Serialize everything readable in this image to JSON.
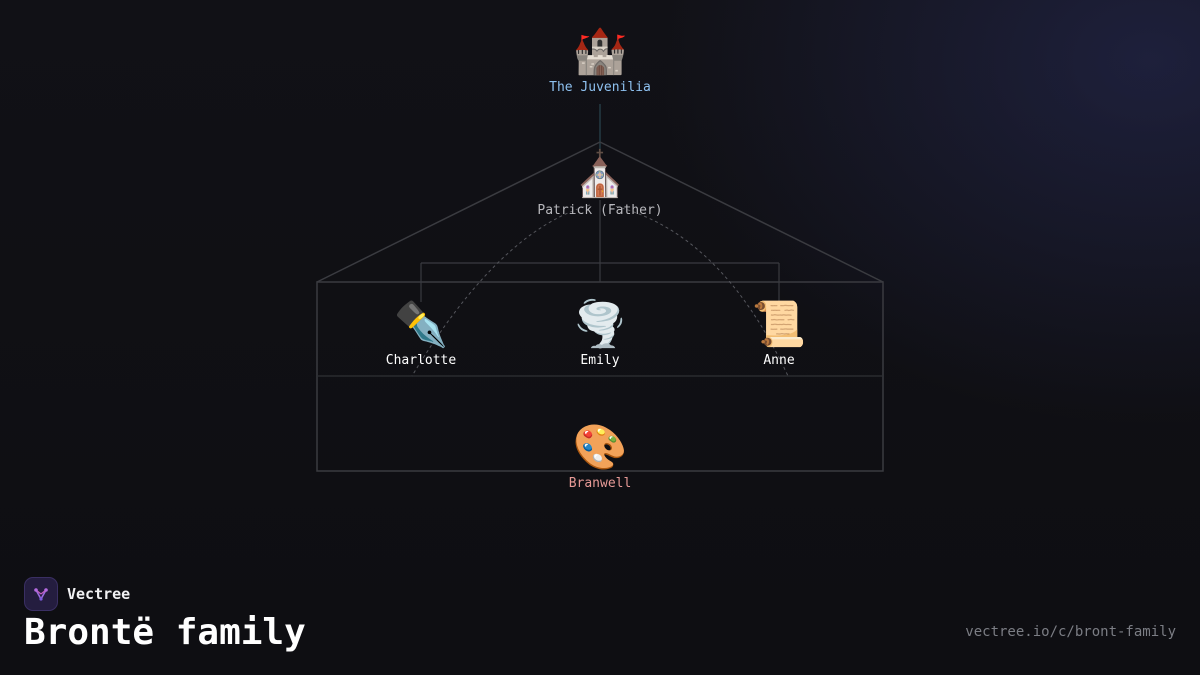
{
  "diagram": {
    "nodes": {
      "juvenilia": {
        "label": "The Juvenilia",
        "icon": "castle-icon",
        "glyph": "🏰",
        "color": "#8ec1f0"
      },
      "patrick": {
        "label": "Patrick (Father)",
        "icon": "church-icon",
        "glyph": "⛪",
        "color": "#b8b8bd"
      },
      "charlotte": {
        "label": "Charlotte",
        "icon": "fountain-pen-icon",
        "glyph": "✒️",
        "color": "#ffffff"
      },
      "emily": {
        "label": "Emily",
        "icon": "tornado-icon",
        "glyph": "🌪️",
        "color": "#ffffff"
      },
      "anne": {
        "label": "Anne",
        "icon": "scroll-icon",
        "glyph": "📜",
        "color": "#ffffff"
      },
      "branwell": {
        "label": "Branwell",
        "icon": "artist-palette-icon",
        "glyph": "🎨",
        "color": "#e79a96"
      }
    }
  },
  "brand": {
    "name": "Vectree",
    "logo_icon": "vectree-logo-icon"
  },
  "title": "Brontë family",
  "url": "vectree.io/c/bront-family",
  "colors": {
    "background": "#0f0f13",
    "line": "#3a3b40",
    "accent_blue": "#8ec1f0",
    "accent_red": "#e79a96"
  }
}
